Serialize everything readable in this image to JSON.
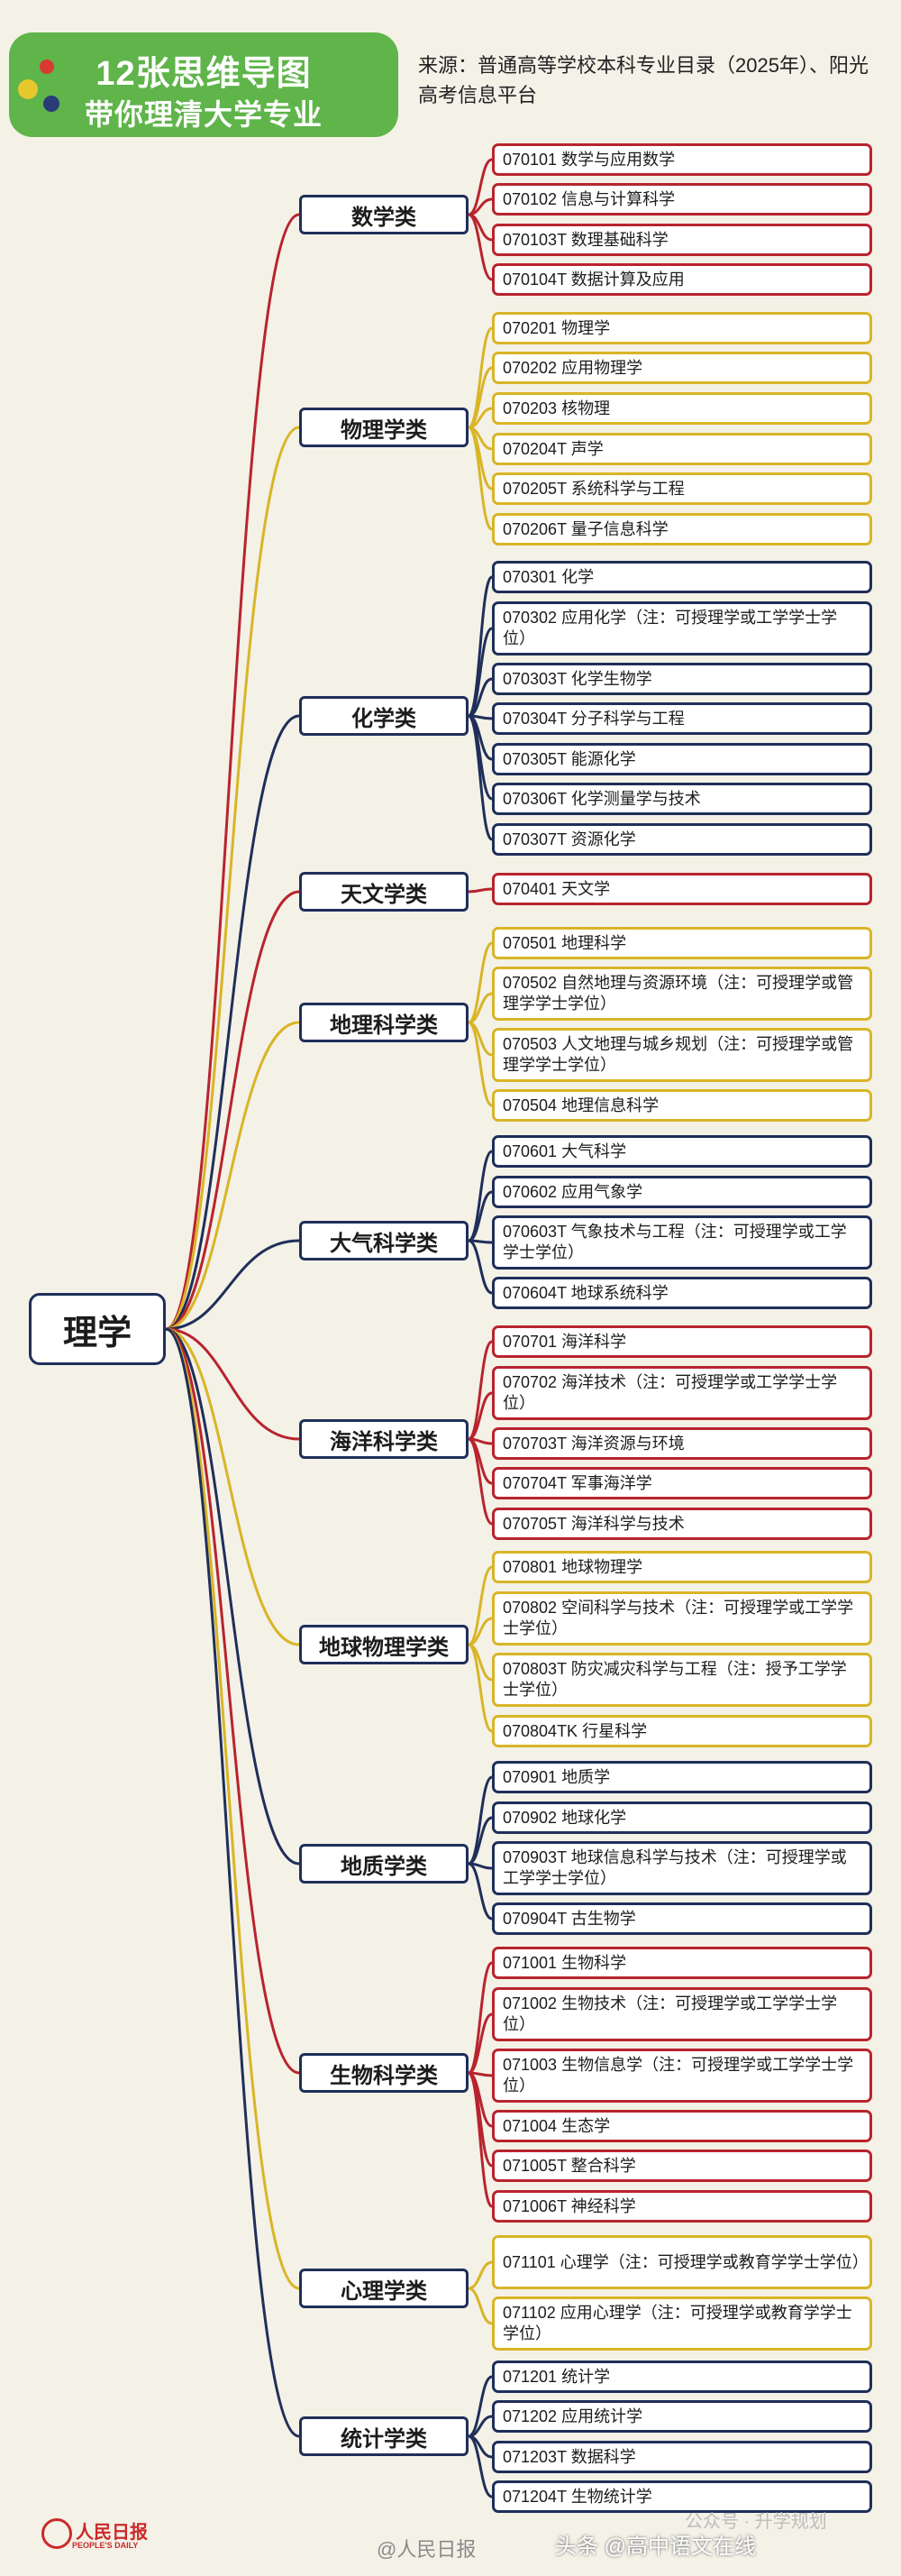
{
  "header": {
    "title_line1": "12张思维导图",
    "title_line2": "带你理清大学专业",
    "source_text": "来源：普通高等学校本科专业目录（2025年）、阳光高考信息平台"
  },
  "colors": {
    "red": "#b8242e",
    "yellow": "#d9b526",
    "navy": "#1f2f5a"
  },
  "root": "理学",
  "categories": [
    {
      "name": "数学类",
      "color": "red",
      "majors": [
        "070101 数学与应用数学",
        "070102 信息与计算科学",
        "070103T 数理基础科学",
        "070104T 数据计算及应用"
      ]
    },
    {
      "name": "物理学类",
      "color": "yellow",
      "majors": [
        "070201 物理学",
        "070202 应用物理学",
        "070203 核物理",
        "070204T 声学",
        "070205T 系统科学与工程",
        "070206T 量子信息科学"
      ]
    },
    {
      "name": "化学类",
      "color": "navy",
      "majors": [
        "070301 化学",
        "070302 应用化学（注：可授理学或工学学士学位）",
        "070303T 化学生物学",
        "070304T 分子科学与工程",
        "070305T 能源化学",
        "070306T 化学测量学与技术",
        "070307T 资源化学"
      ]
    },
    {
      "name": "天文学类",
      "color": "red",
      "majors": [
        "070401 天文学"
      ]
    },
    {
      "name": "地理科学类",
      "color": "yellow",
      "majors": [
        "070501 地理科学",
        "070502 自然地理与资源环境（注：可授理学或管理学学士学位）",
        "070503 人文地理与城乡规划（注：可授理学或管理学学士学位）",
        "070504 地理信息科学"
      ]
    },
    {
      "name": "大气科学类",
      "color": "navy",
      "majors": [
        "070601 大气科学",
        "070602 应用气象学",
        "070603T 气象技术与工程（注：可授理学或工学学士学位）",
        "070604T 地球系统科学"
      ]
    },
    {
      "name": "海洋科学类",
      "color": "red",
      "majors": [
        "070701 海洋科学",
        "070702 海洋技术（注：可授理学或工学学士学位）",
        "070703T 海洋资源与环境",
        "070704T 军事海洋学",
        "070705T 海洋科学与技术"
      ]
    },
    {
      "name": "地球物理学类",
      "color": "yellow",
      "majors": [
        "070801 地球物理学",
        "070802 空间科学与技术（注：可授理学或工学学士学位）",
        "070803T 防灾减灾科学与工程（注：授予工学学士学位）",
        "070804TK 行星科学"
      ]
    },
    {
      "name": "地质学类",
      "color": "navy",
      "majors": [
        "070901 地质学",
        "070902 地球化学",
        "070903T 地球信息科学与技术（注：可授理学或工学学士学位）",
        "070904T 古生物学"
      ]
    },
    {
      "name": "生物科学类",
      "color": "red",
      "majors": [
        "071001 生物科学",
        "071002 生物技术（注：可授理学或工学学士学位）",
        "071003 生物信息学（注：可授理学或工学学士学位）",
        "071004 生态学",
        "071005T 整合科学",
        "071006T 神经科学"
      ]
    },
    {
      "name": "心理学类",
      "color": "yellow",
      "majors": [
        "071101 心理学（注：可授理学或教育学学士学位）",
        "071102 应用心理学（注：可授理学或教育学学士学位）"
      ]
    },
    {
      "name": "统计学类",
      "color": "navy",
      "majors": [
        "071201 统计学",
        "071202 应用统计学",
        "071203T 数据科学",
        "071204T 生物统计学"
      ]
    }
  ],
  "footer": {
    "logo_text": "人民日报",
    "logo_sub": "PEOPLE'S DAILY",
    "watermark_left": "@人民日报",
    "watermark_mid": "头条 @高中语文在线",
    "watermark_right": "公众号 · 升学规划"
  }
}
